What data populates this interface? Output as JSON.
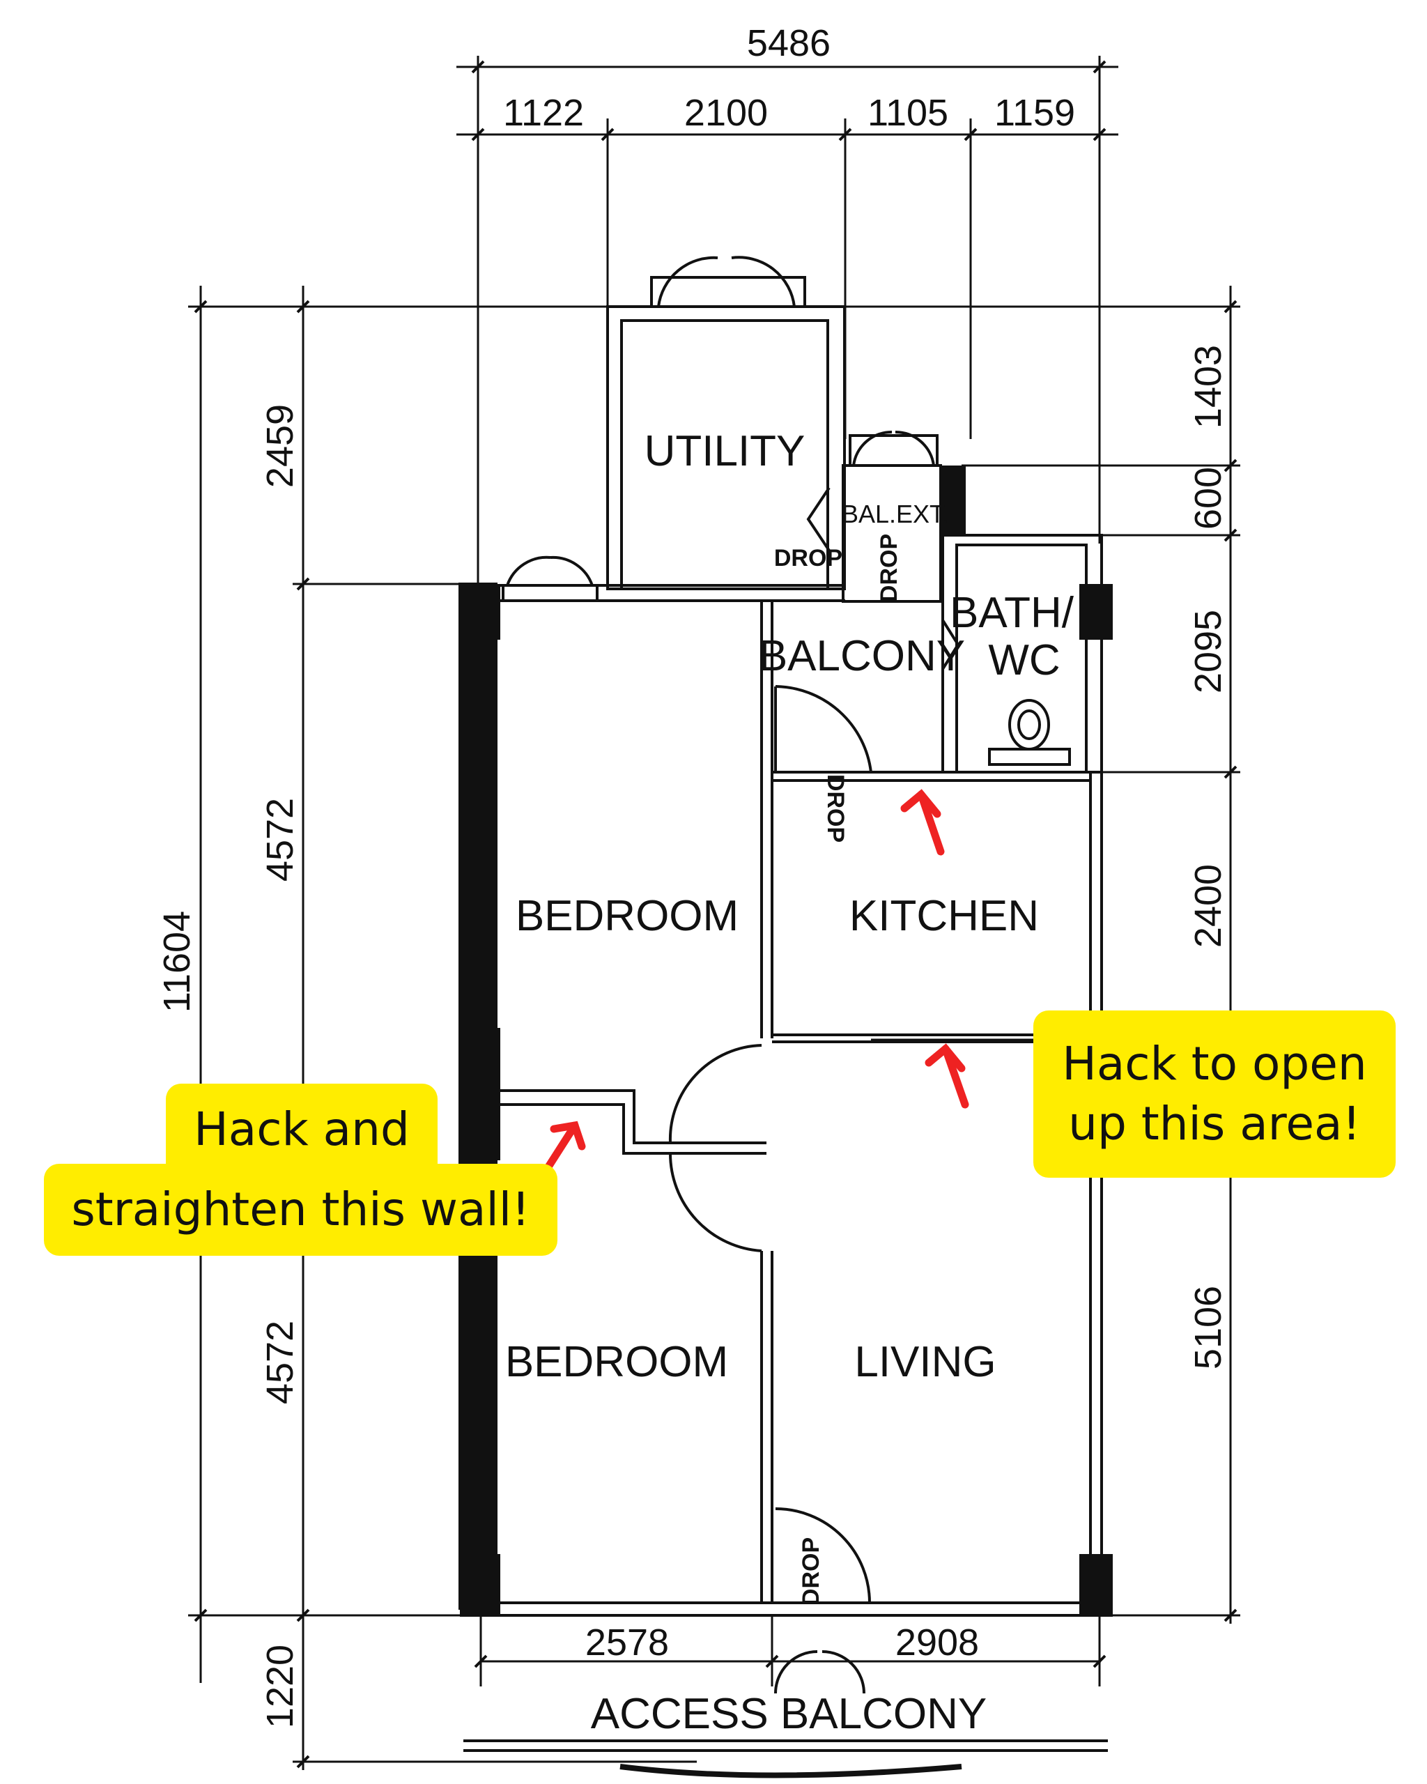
{
  "overall_width": "5486",
  "top_dims": [
    "1122",
    "2100",
    "1105",
    "1159"
  ],
  "left_overall": "11604",
  "left_dims": [
    "2459",
    "4572",
    "4572",
    "1220"
  ],
  "right_dims": [
    "1403",
    "600",
    "2095",
    "2400",
    "5106"
  ],
  "bottom_dims": [
    "2578",
    "2908"
  ],
  "rooms": {
    "utility": "UTILITY",
    "bal_ext": "BAL.EXT.",
    "balcony": "BALCONY",
    "bath": "BATH/",
    "wc": "WC",
    "bedroom_top": "BEDROOM",
    "kitchen": "KITCHEN",
    "bedroom_bottom": "BEDROOM",
    "living": "LIVING",
    "access_balcony": "ACCESS BALCONY"
  },
  "drop_labels": [
    "DROP",
    "DROP",
    "DROP",
    "DROP"
  ],
  "callouts": {
    "wall_line1": "Hack and",
    "wall_line2": "straighten this wall!",
    "area_line1": "Hack to open",
    "area_line2": "up this area!"
  },
  "colors": {
    "callout_bg": "#ffed00",
    "arrow": "#ee2222",
    "line": "#111111"
  }
}
